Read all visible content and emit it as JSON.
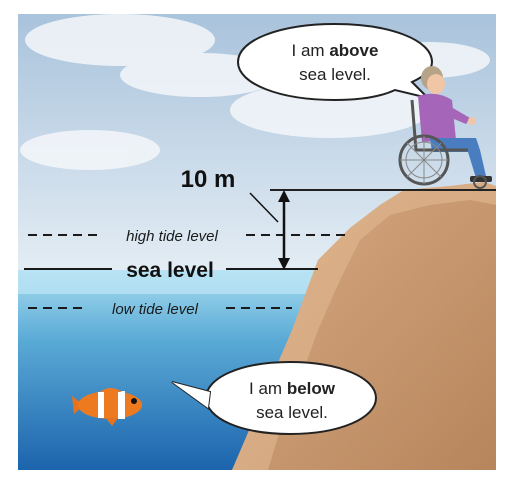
{
  "bubble_above": {
    "prefix": "I am ",
    "bold": "above",
    "line2": "sea level."
  },
  "bubble_below": {
    "prefix": "I am ",
    "bold": "below",
    "line2": "sea level."
  },
  "height_label": "10 m",
  "levels": {
    "high_tide": "high tide level",
    "sea": "sea level",
    "low_tide": "low tide level"
  },
  "colors": {
    "sky_top": "#a9c3dc",
    "sky_bottom": "#e4edf4",
    "water_top": "#9fd8ee",
    "water_bottom": "#1f6fb6",
    "cliff": "#c99a72",
    "cliff_shadow": "#a9764f"
  }
}
